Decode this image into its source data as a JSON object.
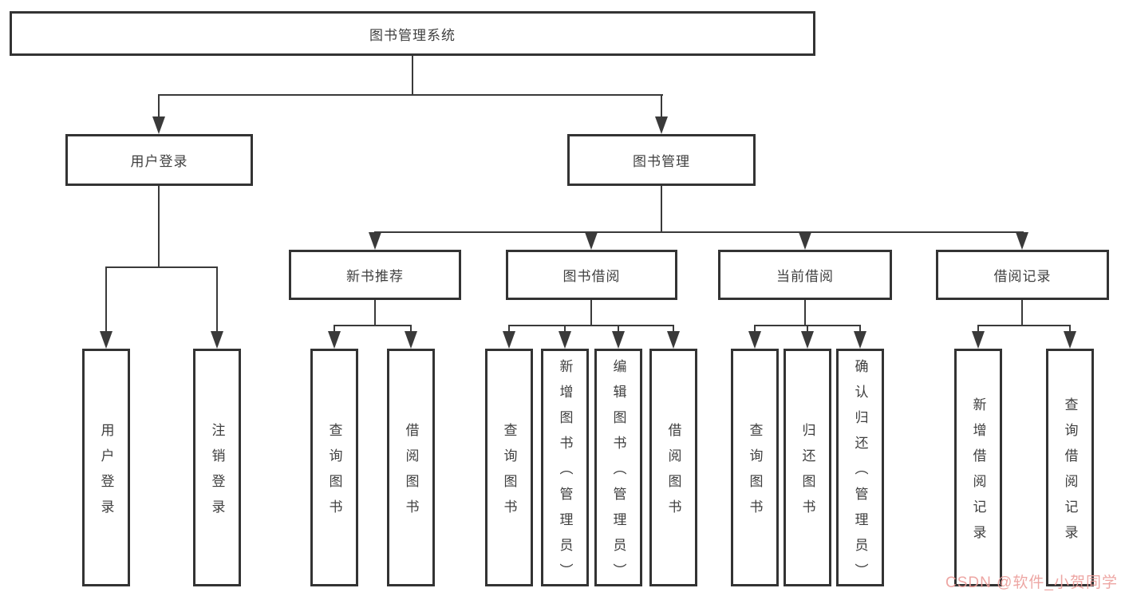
{
  "colors": {
    "line": "#3a3a3a",
    "box_border": "#333333",
    "text": "#3f3f3f",
    "watermark": "#ec9f9c",
    "background": "#ffffff"
  },
  "tree": {
    "root": {
      "label": "图书管理系统"
    },
    "user_login": {
      "label": "用户登录",
      "leaves": [
        "用户登录",
        "注销登录"
      ]
    },
    "book_mgmt": {
      "label": "图书管理"
    },
    "groups": [
      {
        "label": "新书推荐",
        "leaves": [
          "查询图书",
          "借阅图书"
        ]
      },
      {
        "label": "图书借阅",
        "leaves": [
          "查询图书",
          "新增图书（管理员）",
          "编辑图书（管理员）",
          "借阅图书"
        ]
      },
      {
        "label": "当前借阅",
        "leaves": [
          "查询图书",
          "归还图书",
          "确认归还（管理员）"
        ]
      },
      {
        "label": "借阅记录",
        "leaves": [
          "新增借阅记录",
          "查询借阅记录"
        ]
      }
    ]
  },
  "watermark": {
    "text": "CSDN @软件_小贺同学"
  }
}
